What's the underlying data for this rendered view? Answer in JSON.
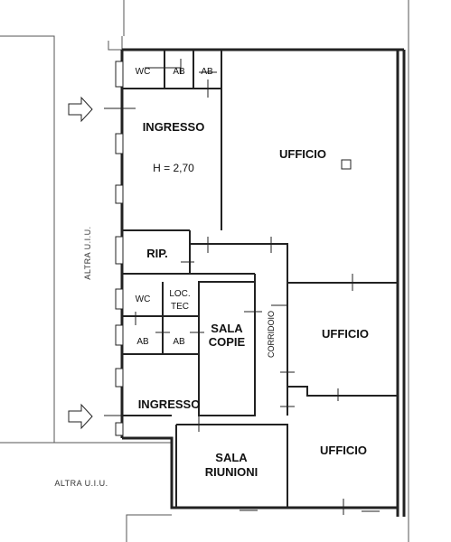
{
  "plan": {
    "rooms": {
      "wc_top": "WC",
      "ab_top_1": "AB",
      "ab_top_2": "AB",
      "ingresso_top": "INGRESSO",
      "height": "H = 2,70",
      "ufficio_main": "UFFICIO",
      "rip": "RIP.",
      "wc_mid": "WC",
      "loc_tec_1": "LOC.",
      "loc_tec_2": "TEC",
      "ab_mid_1": "AB",
      "ab_mid_2": "AB",
      "sala_copie_1": "SALA",
      "sala_copie_2": "COPIE",
      "corridoio": "CORRIDOIO",
      "ufficio_mid": "UFFICIO",
      "ingresso_bottom": "INGRESSO",
      "sala_riunioni_1": "SALA",
      "sala_riunioni_2": "RIUNIONI",
      "ufficio_bottom": "UFFICIO"
    },
    "outside": {
      "altra_vertical": "ALTRA U.I.U.",
      "altra_bottom": "ALTRA U.I.U."
    }
  }
}
